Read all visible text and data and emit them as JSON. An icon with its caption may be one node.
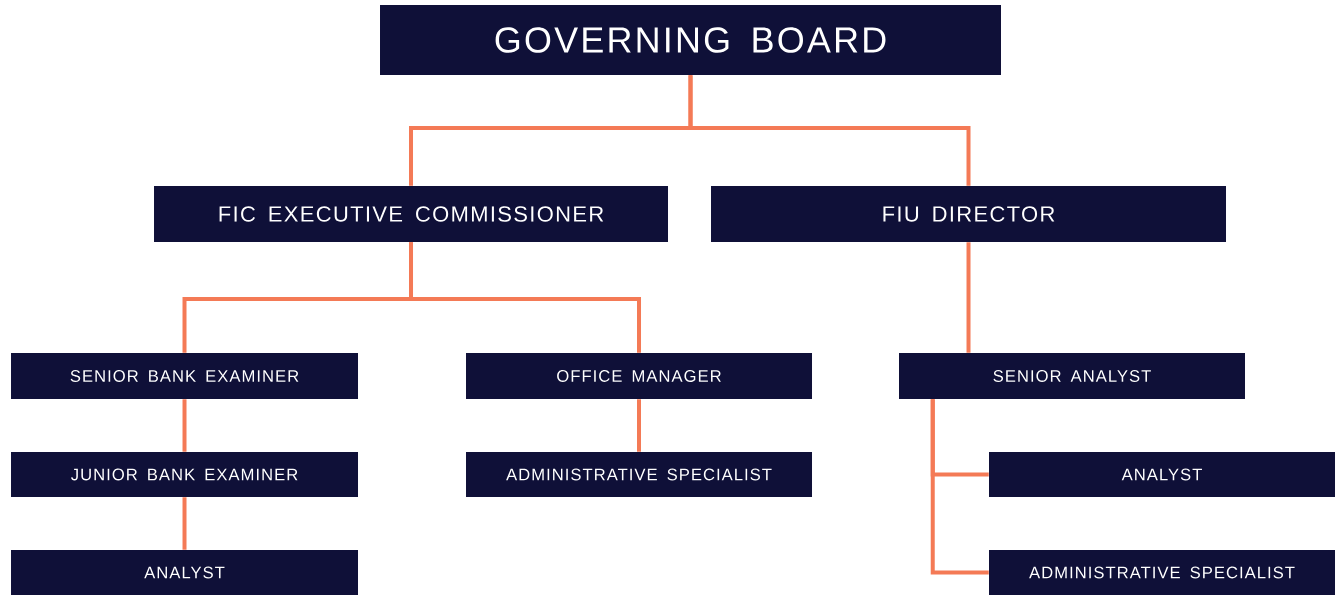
{
  "diagram": {
    "nodes": [
      {
        "text": [
          "GOVERNING BOARD"
        ]
      },
      {
        "text": [
          "FIC EXECUTIVE COMMISSIONER"
        ]
      },
      {
        "text": [
          "FIU DIRECTOR"
        ]
      },
      {
        "text": [
          "SENIOR BANK EXAMINER"
        ]
      },
      {
        "text": [
          "OFFICE MANAGER"
        ]
      },
      {
        "text": [
          "SENIOR ANALYST"
        ]
      },
      {
        "text": [
          "JUNIOR BANK EXAMINER"
        ]
      },
      {
        "text": [
          "ADMINISTRATIVE SPECIALIST"
        ]
      },
      {
        "text": [
          "ANALYST"
        ]
      },
      {
        "text": [
          "ANALYST"
        ]
      },
      {
        "text": [
          "ADMINISTRATIVE SPECIALIST"
        ]
      }
    ],
    "edges": [
      {
        "from": 0,
        "to": 1,
        "arrow": "none"
      },
      {
        "from": 0,
        "to": 2,
        "arrow": "none"
      },
      {
        "from": 1,
        "to": 3,
        "arrow": "none"
      },
      {
        "from": 1,
        "to": 4,
        "arrow": "none"
      },
      {
        "from": 2,
        "to": 5,
        "arrow": "none"
      },
      {
        "from": 3,
        "to": 6,
        "arrow": "none"
      },
      {
        "from": 6,
        "to": 9,
        "arrow": "none"
      },
      {
        "from": 4,
        "to": 7,
        "arrow": "none"
      },
      {
        "from": 5,
        "to": 8,
        "arrow": "none"
      },
      {
        "from": 5,
        "to": 10,
        "arrow": "none"
      }
    ]
  }
}
